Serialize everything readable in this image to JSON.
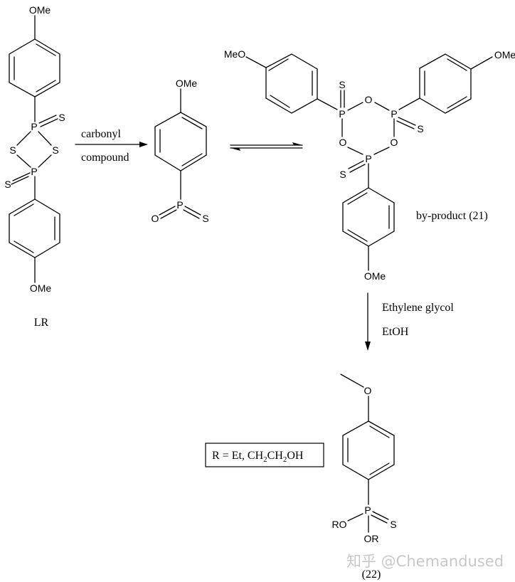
{
  "compounds": {
    "lawesson_reagent": {
      "label": "LR",
      "atoms": {
        "top_ome": "OMe",
        "bottom_ome": "OMe",
        "p1": "P",
        "p2": "P",
        "s_exo1": "S",
        "s_exo2": "S",
        "s_ring_left": "S",
        "s_ring_right": "S"
      }
    },
    "monomer": {
      "atoms": {
        "ome": "OMe",
        "p": "P",
        "o": "O",
        "s": "S"
      }
    },
    "byproduct": {
      "label": "by-product (21)",
      "atoms": {
        "left_meo": "MeO",
        "right_ome": "OMe",
        "bottom_ome": "OMe",
        "p_left": "P",
        "p_right": "P",
        "p_bottom": "P",
        "o_top": "O",
        "o_left": "O",
        "o_right": "O",
        "s_left": "S",
        "s_right": "S",
        "s_bottom": "S"
      }
    },
    "product": {
      "label": "(22)",
      "atoms": {
        "o_methoxy": "O",
        "p": "P",
        "s": "S",
        "ro": "RO",
        "or": "OR"
      }
    }
  },
  "arrows": {
    "step1": {
      "above": "carbonyl",
      "below": "compound"
    },
    "equilibrium": {
      "type": "reversible"
    },
    "step2": {
      "line1": "Ethylene glycol",
      "line2": "EtOH"
    }
  },
  "r_definition": {
    "prefix": "R = Et, CH",
    "sub1": "2",
    "mid": "CH",
    "sub2": "2",
    "suffix": "OH"
  },
  "watermark": "知乎 @Chemandused"
}
